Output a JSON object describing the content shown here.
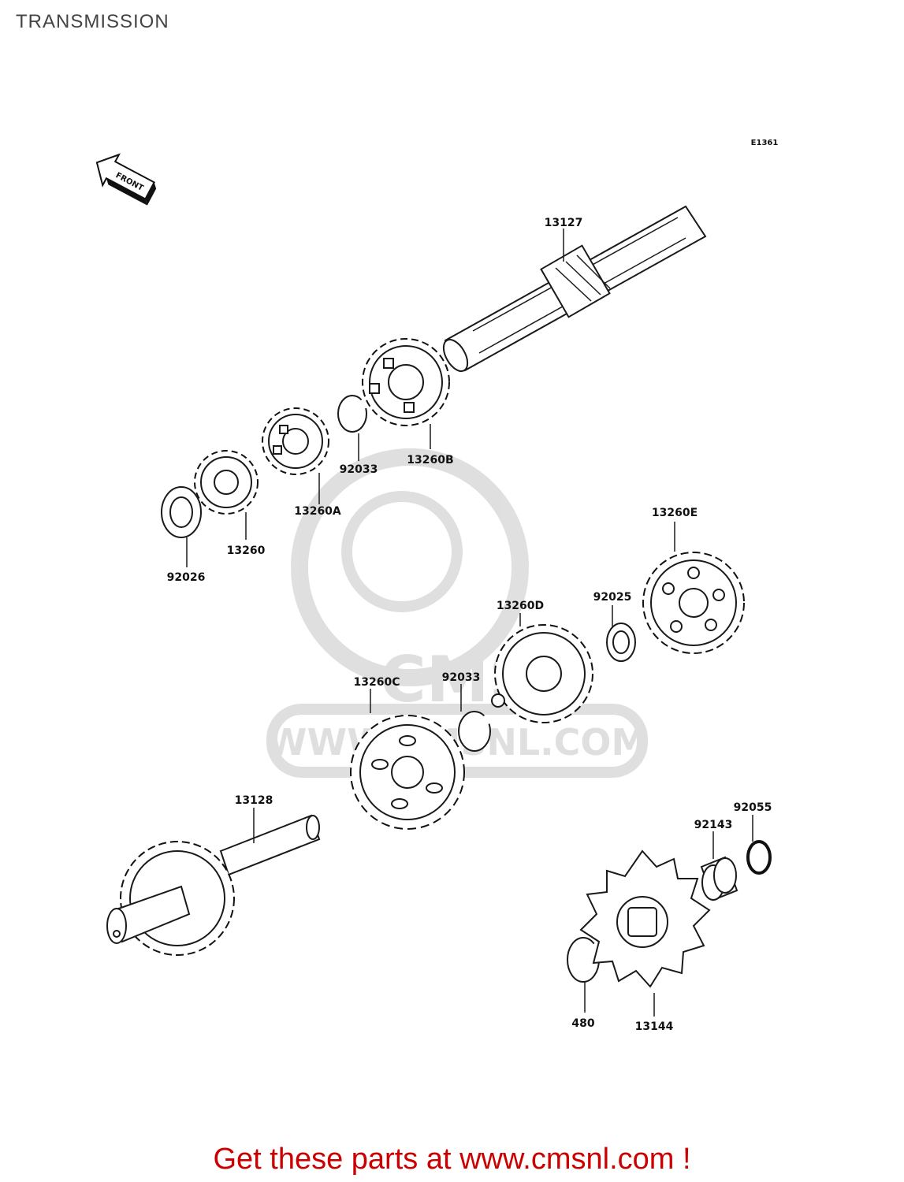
{
  "title": "TRANSMISSION",
  "diagram_code": "E1361",
  "front_label": "FRONT",
  "watermark": {
    "text": "WWW.CMSNL.COM",
    "brand": "CMS"
  },
  "parts": [
    {
      "id": "p13127",
      "number": "13127",
      "name": "shaft"
    },
    {
      "id": "p13260b",
      "number": "13260B",
      "name": "gear"
    },
    {
      "id": "p92033a",
      "number": "92033",
      "name": "circlip"
    },
    {
      "id": "p13260a",
      "number": "13260A",
      "name": "gear"
    },
    {
      "id": "p13260",
      "number": "13260",
      "name": "gear"
    },
    {
      "id": "p92026",
      "number": "92026",
      "name": "washer"
    },
    {
      "id": "p13260e",
      "number": "13260E",
      "name": "gear"
    },
    {
      "id": "p92025",
      "number": "92025",
      "name": "washer"
    },
    {
      "id": "p13260d",
      "number": "13260D",
      "name": "gear"
    },
    {
      "id": "p92033b",
      "number": "92033",
      "name": "circlip"
    },
    {
      "id": "p13260c",
      "number": "13260C",
      "name": "gear"
    },
    {
      "id": "p13128",
      "number": "13128",
      "name": "shaft"
    },
    {
      "id": "p92055",
      "number": "92055",
      "name": "o-ring"
    },
    {
      "id": "p92143",
      "number": "92143",
      "name": "collar"
    },
    {
      "id": "p480",
      "number": "480",
      "name": "circlip"
    },
    {
      "id": "p13144",
      "number": "13144",
      "name": "sprocket"
    }
  ],
  "footer": {
    "text": "Get these parts at www.cmsnl.com !",
    "color": "#cc0000"
  }
}
